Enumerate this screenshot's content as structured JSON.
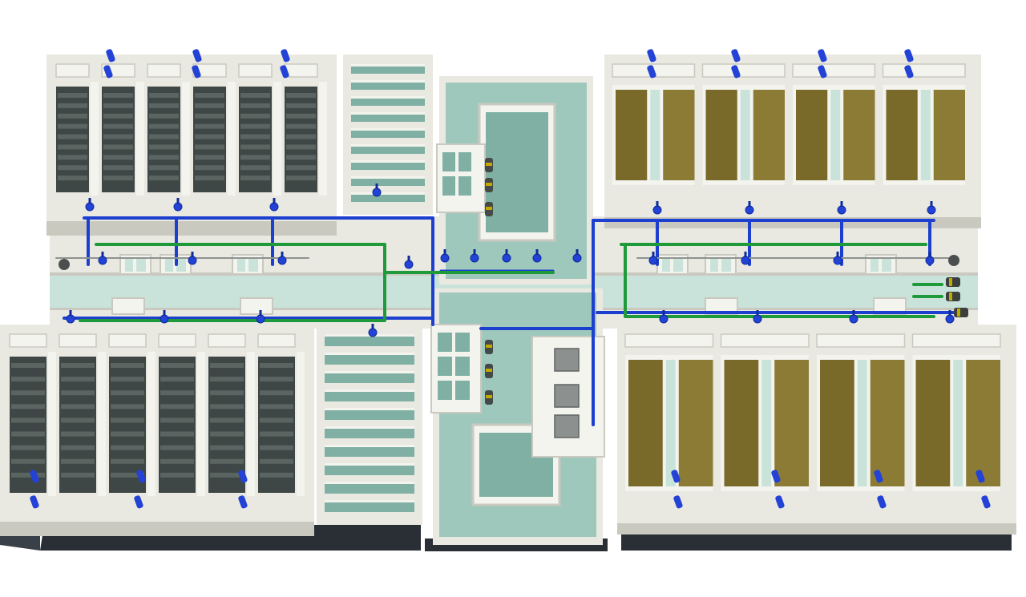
{
  "scene": {
    "subject": "water-treatment-plant",
    "palette": {
      "concrete": "#e9e9e2",
      "concrete_top": "#f4f4ef",
      "concrete_shadow": "#c9c9c0",
      "tank_dark": "#3e4745",
      "tank_slat": "#5a6461",
      "water_teal": "#9fc8bd",
      "water_teal_dark": "#7fb0a3",
      "filter_media": "#7a6a2a",
      "filter_media_light": "#8c7b35",
      "channel_water": "#c9e3da",
      "pipe_blue": "#1d3fcf",
      "pipe_green": "#1f9a3a",
      "valve_blue": "#2342d6",
      "base_dark": "#2a2f35",
      "pump_gray": "#6f7673"
    },
    "sections": [
      "sedimentation-basin-top-left",
      "sedimentation-basin-bottom-left",
      "flocculation-tank-top",
      "flocculation-tank-bottom",
      "clear-water-basin-center",
      "filter-bed-top-right",
      "filter-bed-bottom-right"
    ]
  }
}
